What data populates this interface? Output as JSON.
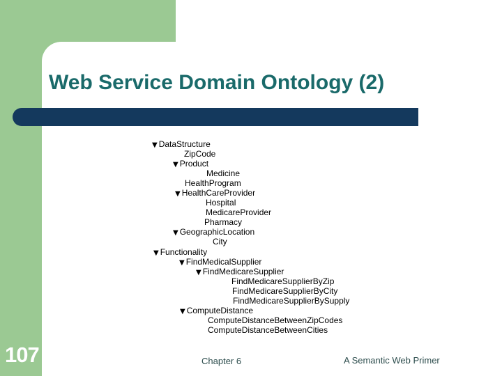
{
  "slide": {
    "title": "Web Service Domain Ontology (2)",
    "footer": {
      "page_number": "107",
      "chapter": "Chapter 6",
      "book": "A Semantic Web Primer"
    },
    "colors": {
      "sidebar_green": "#9bc993",
      "bar_navy": "#14395d",
      "title_teal": "#1a6a6a",
      "footer_text": "#2e4e4e",
      "tree_text": "#000000"
    },
    "tree": {
      "expand_icon": "▼",
      "items": [
        {
          "label": "DataStructure",
          "expanded": true,
          "indent": 0
        },
        {
          "label": "ZipCode",
          "expanded": false,
          "indent": 46
        },
        {
          "label": "Product",
          "expanded": true,
          "indent": 30
        },
        {
          "label": "Medicine",
          "expanded": false,
          "indent": 78
        },
        {
          "label": "HealthProgram",
          "expanded": false,
          "indent": 47
        },
        {
          "label": "HealthCareProvider",
          "expanded": true,
          "indent": 33
        },
        {
          "label": "Hospital",
          "expanded": false,
          "indent": 77
        },
        {
          "label": "MedicareProvider",
          "expanded": false,
          "indent": 77
        },
        {
          "label": "Pharmacy",
          "expanded": false,
          "indent": 75
        },
        {
          "label": "GeographicLocation",
          "expanded": true,
          "indent": 30
        },
        {
          "label": "City",
          "expanded": false,
          "indent": 87
        },
        {
          "label": "Functionality",
          "expanded": true,
          "indent": 2
        },
        {
          "label": "FindMedicalSupplier",
          "expanded": true,
          "indent": 39
        },
        {
          "label": "FindMedicareSupplier",
          "expanded": true,
          "indent": 63
        },
        {
          "label": "FindMedicareSupplierByZip",
          "expanded": false,
          "indent": 114
        },
        {
          "label": "FindMedicareSupplierByCity",
          "expanded": false,
          "indent": 115
        },
        {
          "label": "FindMedicareSupplierBySupply",
          "expanded": false,
          "indent": 116
        },
        {
          "label": "ComputeDistance",
          "expanded": true,
          "indent": 40
        },
        {
          "label": "ComputeDistanceBetweenZipCodes",
          "expanded": false,
          "indent": 80
        },
        {
          "label": "ComputeDistanceBetweenCities",
          "expanded": false,
          "indent": 80
        }
      ]
    }
  }
}
